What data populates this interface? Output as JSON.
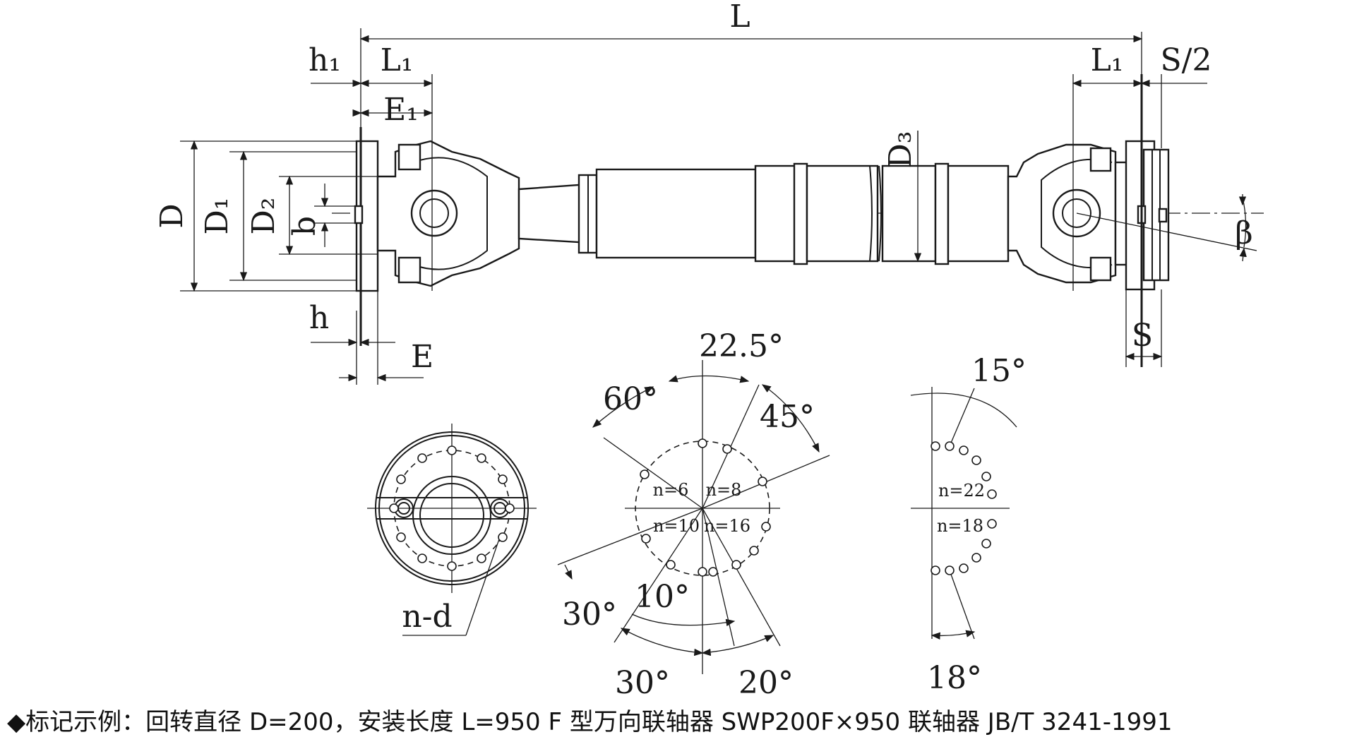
{
  "labels": {
    "L": "L",
    "L1_left": "L₁",
    "L1_right": "L₁",
    "h1": "h₁",
    "E1": "E₁",
    "D": "D",
    "D1": "D₁",
    "D2": "D₂",
    "b": "b",
    "h": "h",
    "E": "E",
    "D3": "D₃",
    "S_half": "S/2",
    "S": "S",
    "beta": "β",
    "n_d": "n-d"
  },
  "pattern_a": {
    "angle_22_5": "22.5°",
    "angle_60": "60°",
    "angle_45": "45°",
    "angle_30_left": "30°",
    "angle_10": "10°",
    "angle_30_bottom": "30°",
    "angle_20": "20°",
    "n6": "n=6",
    "n8": "n=8",
    "n10": "n=10",
    "n16": "n=16"
  },
  "pattern_b": {
    "angle_15": "15°",
    "angle_18": "18°",
    "n22": "n=22",
    "n18": "n=18"
  },
  "caption": {
    "bullet": "◆",
    "text": "标记示例：回转直径 D=200，安装长度 L=950 F 型万向联轴器 SWP200F×950 联轴器 JB/T 3241-1991"
  }
}
